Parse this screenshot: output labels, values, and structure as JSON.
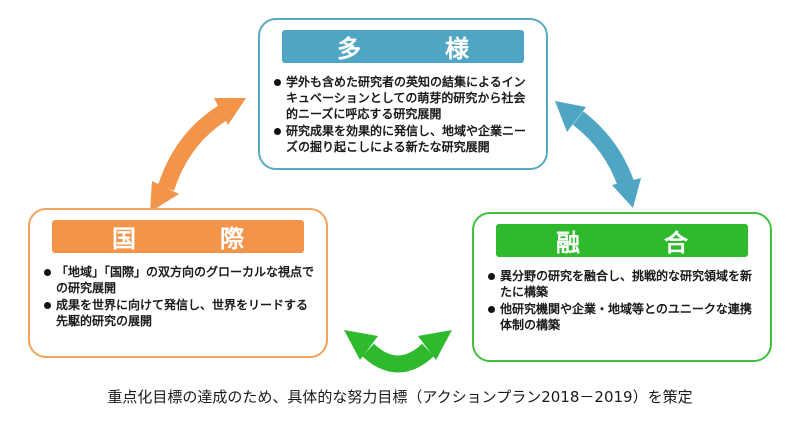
{
  "boxes": {
    "tayou": {
      "title": "多　様",
      "bullets": [
        "学外も含めた研究者の英知の結集によるインキュベーションとしての萌芽的研究から社会的ニーズに呼応する研究展開",
        "研究成果を効果的に発信し、地域や企業ニーズの掘り起こしによる新たな研究展開"
      ],
      "color": "#4fa6c4"
    },
    "kokusai": {
      "title": "国　際",
      "bullets": [
        "「地域」「国際」の双方向のグローカルな視点での研究展開",
        "成果を世界に向けて発信し、世界をリードする先駆的研究の展開"
      ],
      "color": "#f2954a"
    },
    "yuugou": {
      "title": "融　合",
      "bullets": [
        "異分野の研究を融合し、挑戦的な研究領域を新たに構築",
        "他研究機関や企業・地域等とのユニークな連携体制の構築"
      ],
      "color": "#2fb92c"
    }
  },
  "arrow_colors": {
    "orange": "#f2954a",
    "blue": "#4fa6c4",
    "green": "#2fb92c"
  },
  "caption": "重点化目標の達成のため、具体的な努力目標（アクションプラン2018－2019）を策定"
}
